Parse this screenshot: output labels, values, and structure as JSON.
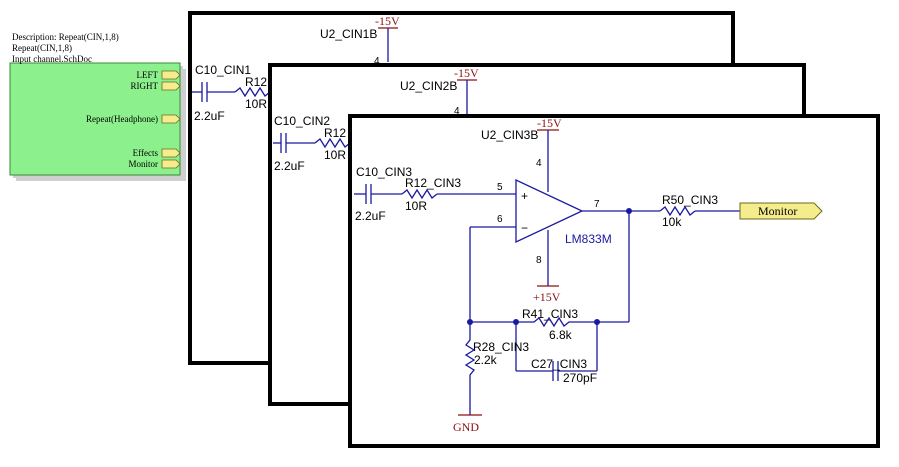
{
  "sheet_symbol": {
    "description": "Description: Repeat(CIN,1,8)",
    "repeat": "Repeat(CIN,1,8)",
    "file": "Input channel.SchDoc",
    "ports": [
      "LEFT",
      "RIGHT",
      "Repeat(Headphone)",
      "Effects",
      "Monitor"
    ],
    "fill_color": "#8cf08c"
  },
  "sheet1": {
    "opamp": "U2_CIN1B",
    "supply": "-15V",
    "cap": "C10_CIN1",
    "cap_value": "2.2uF",
    "res": "R12",
    "res_value": "10R",
    "pin4": "4"
  },
  "sheet2": {
    "opamp": "U2_CIN2B",
    "supply": "-15V",
    "cap": "C10_CIN2",
    "cap_value": "2.2uF",
    "res": "R12",
    "res_value": "10R",
    "pin4": "4"
  },
  "sheet3": {
    "opamp": "U2_CIN3B",
    "opamp_part": "LM833M",
    "neg_supply": "-15V",
    "pos_supply": "+15V",
    "gnd": "GND",
    "pin4": "4",
    "pin5": "5",
    "pin6": "6",
    "pin7": "7",
    "pin8": "8",
    "plus": "+",
    "minus": "−",
    "c10": "C10_CIN3",
    "c10_value": "2.2uF",
    "r12": "R12_CIN3",
    "r12_value": "10R",
    "r50": "R50_CIN3",
    "r50_value": "10k",
    "r41": "R41_CIN3",
    "r41_value": "6.8k",
    "r28": "R28_CIN3",
    "r28_value": "2.2k",
    "c27": "C27_CIN3",
    "c27_value": "270pF",
    "net_label": "Monitor",
    "net_color": "#f5ec8c"
  }
}
